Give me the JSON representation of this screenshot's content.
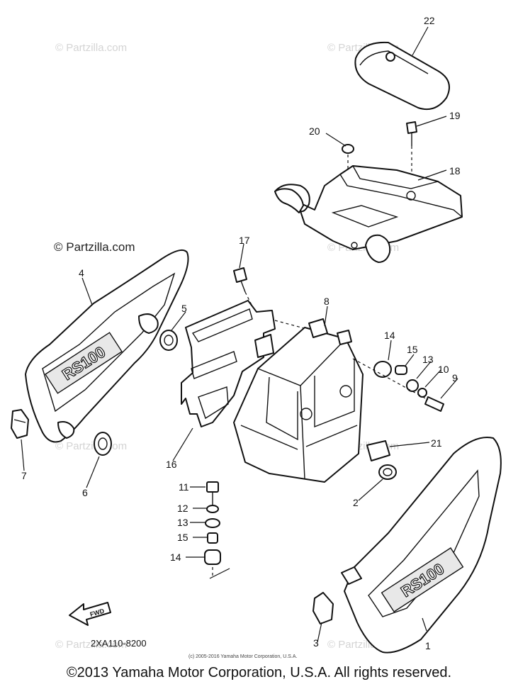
{
  "watermarks": {
    "text": "© Partzilla.com"
  },
  "diagram_code": "2XA110-8200",
  "small_copyright": "(c) 2005-2016 Yamaha Motor Corporation, U.S.A.",
  "footer_copyright": "©2013 Yamaha Motor Corporation, U.S.A. All rights reserved.",
  "fwd_label": "FWD",
  "emblem_text": "RS100",
  "callouts": {
    "c1": "1",
    "c2": "2",
    "c3": "3",
    "c4": "4",
    "c5": "5",
    "c6": "6",
    "c7": "7",
    "c8": "8",
    "c9": "9",
    "c10": "10",
    "c11": "11",
    "c12": "12",
    "c13a": "13",
    "c13b": "13",
    "c14a": "14",
    "c14b": "14",
    "c15a": "15",
    "c15b": "15",
    "c16": "16",
    "c17": "17",
    "c18": "18",
    "c19": "19",
    "c20": "20",
    "c21": "21",
    "c22": "22"
  }
}
